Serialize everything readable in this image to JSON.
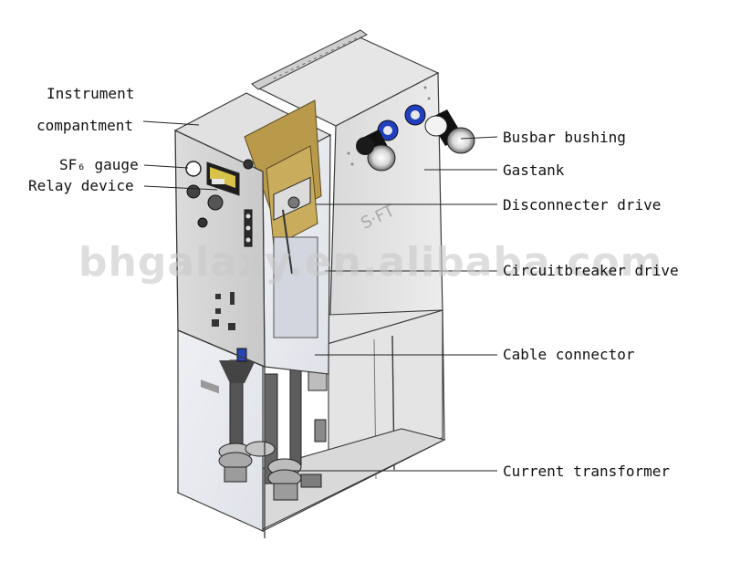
{
  "labels": {
    "instrument_line1": "Instrument",
    "instrument_line2": "compantment",
    "sf6_gauge": "SF₆ gauge",
    "relay_device": "Relay device",
    "busbar_bushing": "Busbar bushing",
    "gastank": "Gastank",
    "disconnecter_drive": "Disconnecter drive",
    "circuitbreaker_drive": "Circuitbreaker drive",
    "cable_connector": "Cable connector",
    "current_transformer": "Current transformer"
  },
  "watermark": "bhgalaxy.en.alibaba.com",
  "colors": {
    "outline": "#3a3a3a",
    "panel_light": "#e9e9e9",
    "panel_mid": "#d4d4d4",
    "panel_dark": "#b8b8b8",
    "bushing_blue": "#1f3fbf",
    "mechanism_gold": "#b89a4a"
  }
}
